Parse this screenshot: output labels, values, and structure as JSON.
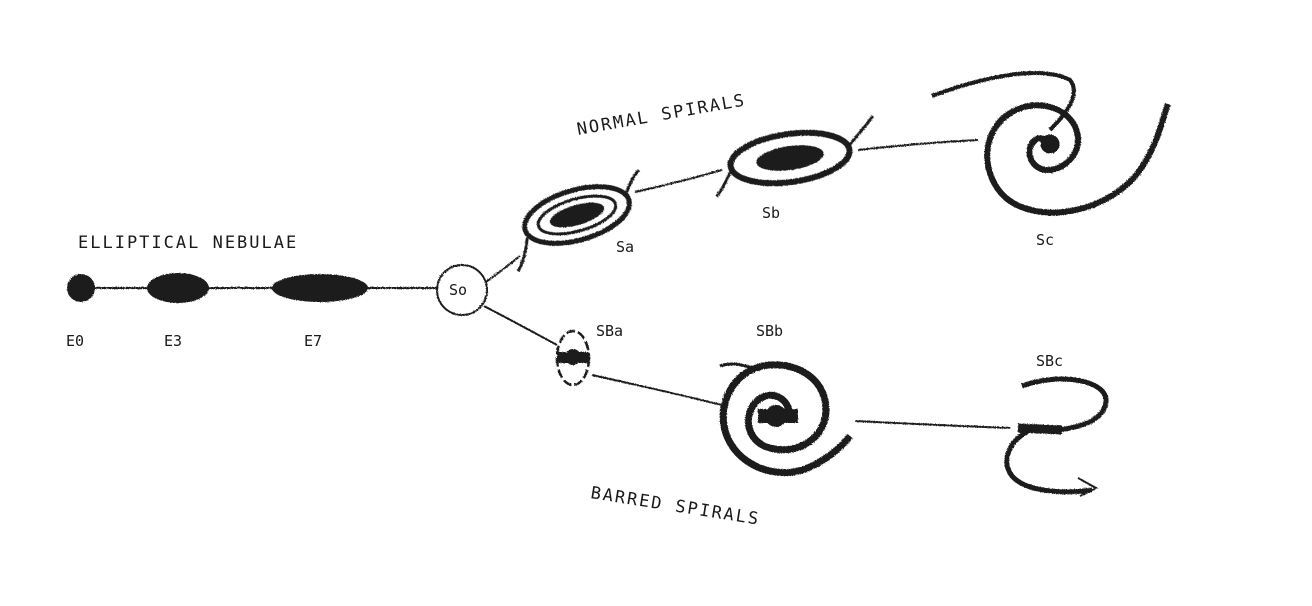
{
  "headings": {
    "elliptical": "ELLIPTICAL NEBULAE",
    "normal": "NORMAL SPIRALS",
    "barred": "BARRED SPIRALS"
  },
  "labels": {
    "e0": "E0",
    "e3": "E3",
    "e7": "E7",
    "s0": "So",
    "sa": "Sa",
    "sb": "Sb",
    "sc": "Sc",
    "sba": "SBa",
    "sbb": "SBb",
    "sbc": "SBc"
  },
  "colors": {
    "ink": "#1a1a1a",
    "paper": "#ffffff"
  }
}
